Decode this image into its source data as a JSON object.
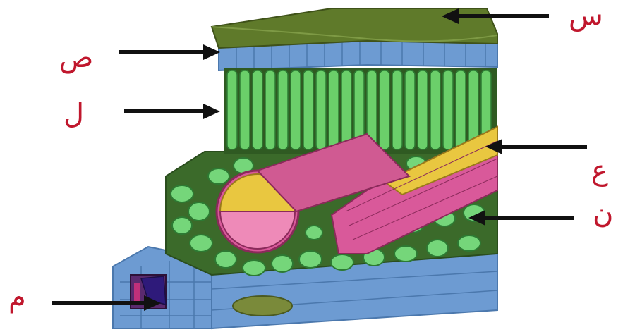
{
  "labels": {
    "s": "س",
    "sad": "ص",
    "l": "ل",
    "ain": "ع",
    "n": "ن",
    "m": "م"
  },
  "colors": {
    "label_text": "#c0172d",
    "arrow": "#111111",
    "cuticle": "#5f7a2a",
    "upper_epidermis": "#6d9bd2",
    "palisade": "#6bcf6a",
    "spongy": "#6fcf70",
    "xylem": "#e9c740",
    "phloem": "#d9599a",
    "lower_epidermis": "#6d9bd2",
    "guard_cell": "#5a2a6e"
  }
}
